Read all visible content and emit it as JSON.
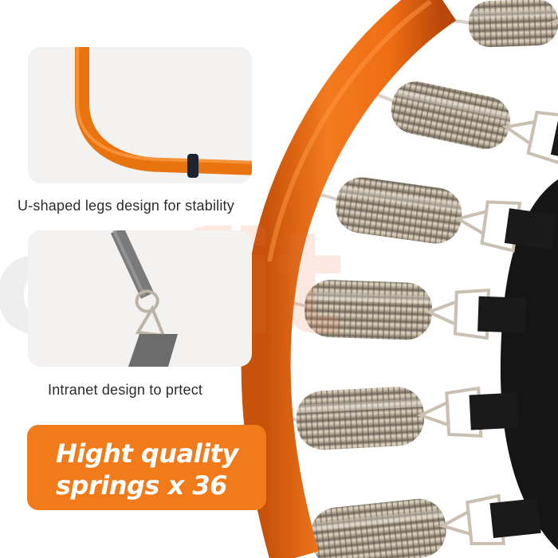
{
  "watermark": {
    "main_text": "ca",
    "accent_text": "fit"
  },
  "features": [
    {
      "caption": "U-shaped legs design for stability"
    },
    {
      "caption": "Intranet design to prtect"
    }
  ],
  "promo": {
    "line1": "Hight quality",
    "line2": "springs x 36"
  },
  "colors": {
    "frame_orange": "#f07018",
    "promo_orange": "#f17a1b",
    "spring_metal": "#b8ab97",
    "mat_black": "#151515",
    "card_bg": "#f3f2f1"
  }
}
